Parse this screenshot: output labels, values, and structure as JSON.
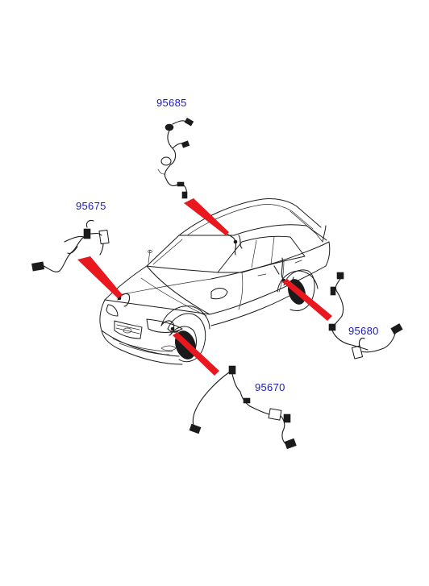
{
  "parts": [
    {
      "id": "front-left-sensor",
      "part_number": "95675"
    },
    {
      "id": "rear-left-sensor",
      "part_number": "95685"
    },
    {
      "id": "rear-right-sensor",
      "part_number": "95680"
    },
    {
      "id": "front-right-sensor",
      "part_number": "95670"
    }
  ],
  "colors": {
    "label_text": "#1a1ab8",
    "leader_line": "#e8181e",
    "line_art": "#1b1b1b",
    "background": "#ffffff"
  }
}
